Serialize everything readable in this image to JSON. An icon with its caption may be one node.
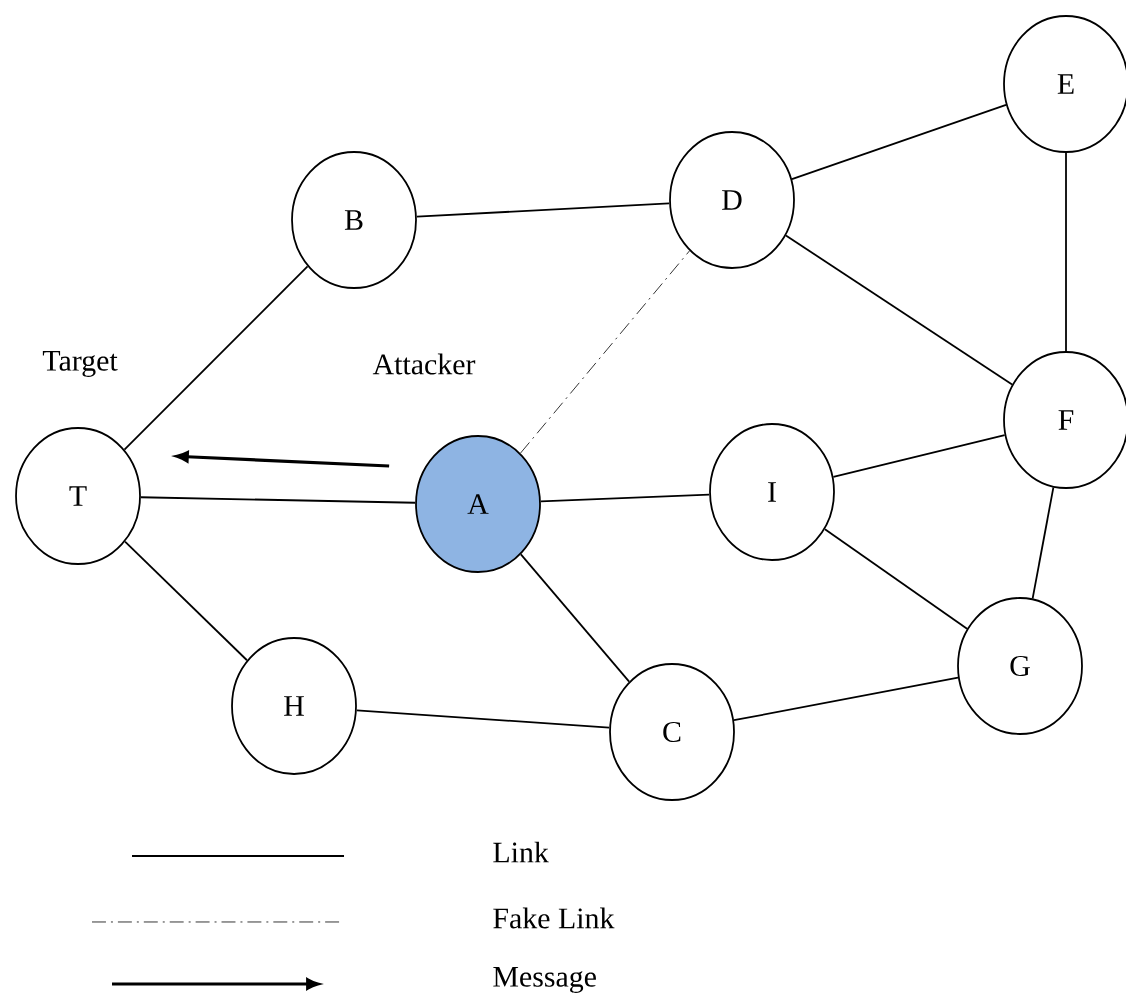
{
  "diagram": {
    "nodes": [
      {
        "text": [
          "E"
        ]
      },
      {
        "text": [
          "D"
        ]
      },
      {
        "text": [
          "B"
        ]
      },
      {
        "text": [
          "F"
        ]
      },
      {
        "text": [
          "I"
        ]
      },
      {
        "text": [
          "T"
        ],
        "beside": [
          "Target"
        ]
      },
      {
        "text": [
          "A"
        ],
        "beside": [
          "Attacker"
        ]
      },
      {
        "text": [
          "G"
        ]
      },
      {
        "text": [
          "H"
        ]
      },
      {
        "text": [
          "C"
        ]
      }
    ],
    "edges": [
      {
        "from": 5,
        "to": 2,
        "arrow": "none"
      },
      {
        "from": 2,
        "to": 1,
        "arrow": "none"
      },
      {
        "from": 1,
        "to": 0,
        "arrow": "none"
      },
      {
        "from": 1,
        "to": 3,
        "arrow": "none"
      },
      {
        "from": 0,
        "to": 3,
        "arrow": "none"
      },
      {
        "from": 6,
        "to": 1,
        "arrow": "none",
        "style": "dashed"
      },
      {
        "from": 5,
        "to": 6,
        "arrow": "none"
      },
      {
        "from": 6,
        "to": 4,
        "arrow": "none"
      },
      {
        "from": 4,
        "to": 3,
        "arrow": "none"
      },
      {
        "from": 4,
        "to": 7,
        "arrow": "none"
      },
      {
        "from": 3,
        "to": 7,
        "arrow": "none"
      },
      {
        "from": 6,
        "to": 9,
        "arrow": "none"
      },
      {
        "from": 5,
        "to": 8,
        "arrow": "none"
      },
      {
        "from": 8,
        "to": 9,
        "arrow": "none"
      },
      {
        "from": 9,
        "to": 7,
        "arrow": "none"
      },
      {
        "from": 6,
        "to": 5,
        "arrow": "to"
      }
    ],
    "legend": [
      {
        "text": "Link"
      },
      {
        "text": "Fake Link"
      },
      {
        "text": "Message"
      }
    ]
  }
}
